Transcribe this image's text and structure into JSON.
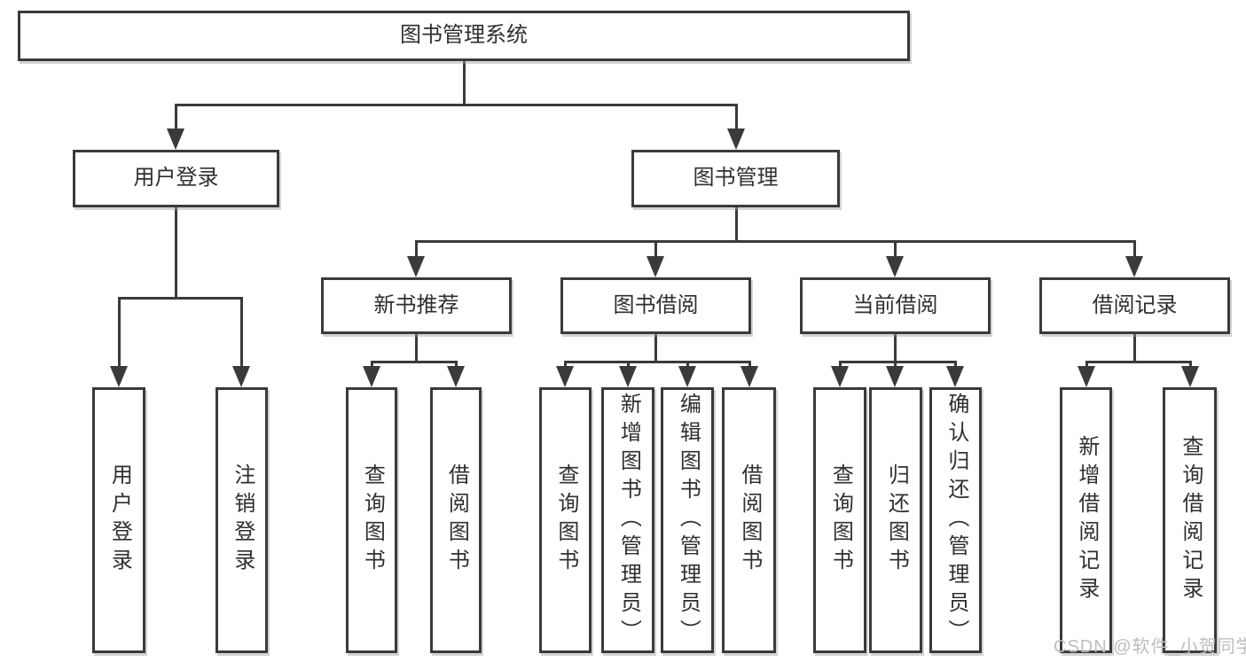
{
  "watermark": {
    "text": "CSDN @软件_小贺同学"
  },
  "diagram": {
    "type": "hierarchy-tree",
    "title": "图书管理系统",
    "colors": {
      "line": "#3a3a3a",
      "box_border": "#3a3a3a",
      "box_fill": "#ffffff",
      "text": "#2f2f2f",
      "watermark": "#bdbdbd"
    },
    "nodes": [
      {
        "id": "root",
        "label": "图书管理系统",
        "level": 1
      },
      {
        "id": "user-login",
        "label": "用户登录",
        "level": 2
      },
      {
        "id": "book-management",
        "label": "图书管理",
        "level": 2
      },
      {
        "id": "new-book-recommend",
        "label": "新书推荐",
        "level": 3
      },
      {
        "id": "book-borrowing",
        "label": "图书借阅",
        "level": 3
      },
      {
        "id": "current-borrowing",
        "label": "当前借阅",
        "level": 3
      },
      {
        "id": "borrowing-records",
        "label": "借阅记录",
        "level": 3
      },
      {
        "id": "leaf-user-login",
        "label": "用户登录",
        "level": 4
      },
      {
        "id": "leaf-logout",
        "label": "注销登录",
        "level": 4
      },
      {
        "id": "leaf-query-book-1",
        "label": "查询图书",
        "level": 4
      },
      {
        "id": "leaf-borrow-book-1",
        "label": "借阅图书",
        "level": 4
      },
      {
        "id": "leaf-query-book-2",
        "label": "查询图书",
        "level": 4
      },
      {
        "id": "leaf-add-book",
        "label": "新增图书（管理员）",
        "level": 4
      },
      {
        "id": "leaf-edit-book",
        "label": "编辑图书（管理员）",
        "level": 4
      },
      {
        "id": "leaf-borrow-book-2",
        "label": "借阅图书",
        "level": 4
      },
      {
        "id": "leaf-query-book-3",
        "label": "查询图书",
        "level": 4
      },
      {
        "id": "leaf-return-book",
        "label": "归还图书",
        "level": 4
      },
      {
        "id": "leaf-confirm-return",
        "label": "确认归还（管理员）",
        "level": 4
      },
      {
        "id": "leaf-add-borrow-record",
        "label": "新增借阅记录",
        "level": 4
      },
      {
        "id": "leaf-query-borrow-record",
        "label": "查询借阅记录",
        "level": 4
      }
    ],
    "edges": [
      {
        "from": "root",
        "to": "user-login"
      },
      {
        "from": "root",
        "to": "book-management"
      },
      {
        "from": "user-login",
        "to": "leaf-user-login"
      },
      {
        "from": "user-login",
        "to": "leaf-logout"
      },
      {
        "from": "book-management",
        "to": "new-book-recommend"
      },
      {
        "from": "book-management",
        "to": "book-borrowing"
      },
      {
        "from": "book-management",
        "to": "current-borrowing"
      },
      {
        "from": "book-management",
        "to": "borrowing-records"
      },
      {
        "from": "new-book-recommend",
        "to": "leaf-query-book-1"
      },
      {
        "from": "new-book-recommend",
        "to": "leaf-borrow-book-1"
      },
      {
        "from": "book-borrowing",
        "to": "leaf-query-book-2"
      },
      {
        "from": "book-borrowing",
        "to": "leaf-add-book"
      },
      {
        "from": "book-borrowing",
        "to": "leaf-edit-book"
      },
      {
        "from": "book-borrowing",
        "to": "leaf-borrow-book-2"
      },
      {
        "from": "current-borrowing",
        "to": "leaf-query-book-3"
      },
      {
        "from": "current-borrowing",
        "to": "leaf-return-book"
      },
      {
        "from": "current-borrowing",
        "to": "leaf-confirm-return"
      },
      {
        "from": "borrowing-records",
        "to": "leaf-add-borrow-record"
      },
      {
        "from": "borrowing-records",
        "to": "leaf-query-borrow-record"
      }
    ]
  }
}
